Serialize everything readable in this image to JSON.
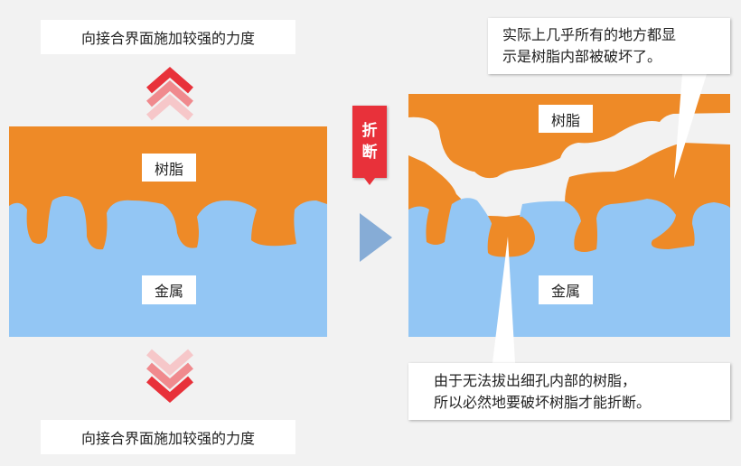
{
  "colors": {
    "resin": "#ee8a27",
    "metal": "#93c6f4",
    "arrow_red": "#e8313a",
    "arrow_blue": "#86acd6"
  },
  "top_force_label": "向接合界面施加较强的力度",
  "bottom_force_label": "向接合界面施加较强的力度",
  "left": {
    "resin_label": "树脂",
    "metal_label": "金属"
  },
  "break_tag": {
    "line1": "折",
    "line2": "断"
  },
  "right": {
    "resin_label": "树脂",
    "metal_label": "金属"
  },
  "callout_top": {
    "line1": "实际上几乎所有的地方都显",
    "line2": "示是树脂内部被破坏了。"
  },
  "callout_bottom": {
    "line1": "由于无法拔出细孔内部的树脂，",
    "line2": "所以必然地要破坏树脂才能折断。"
  }
}
